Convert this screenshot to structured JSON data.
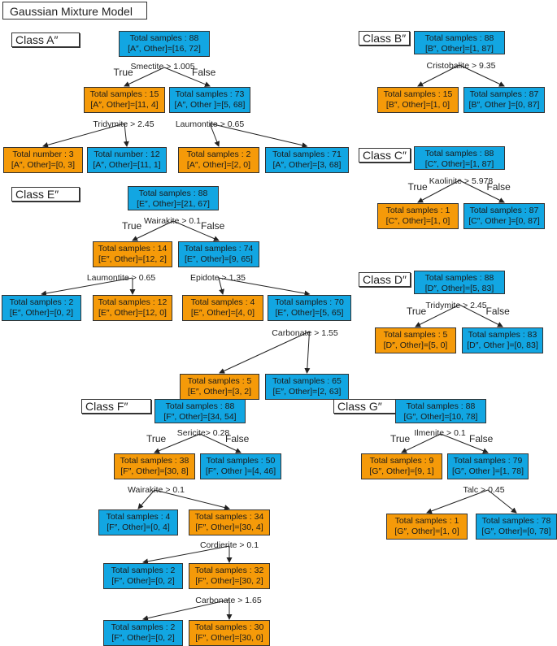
{
  "title": "Gaussian Mixture Model",
  "true_label": "True",
  "false_label": "False",
  "colors": {
    "blue": "#12a6e2",
    "orange": "#f59a09"
  },
  "classes": [
    {
      "id": "A",
      "label": "Class A″",
      "nodes": [
        {
          "l1": "Total samples : 88",
          "l2": "[A″, Other]=[16, 72]",
          "color": "blue"
        },
        {
          "l1": "Total samples : 15",
          "l2": "[A″, Other]=[11, 4]",
          "color": "orange"
        },
        {
          "l1": "Total samples : 73",
          "l2": "[A″, Other ]=[5, 68]",
          "color": "blue"
        },
        {
          "l1": "Total number : 3",
          "l2": "[A″, Other]=[0, 3]",
          "color": "orange"
        },
        {
          "l1": "Total number : 12",
          "l2": "[A″, Other]=[11, 1]",
          "color": "blue"
        },
        {
          "l1": "Total samples : 2",
          "l2": "[A″, Other]=[2, 0]",
          "color": "orange"
        },
        {
          "l1": "Total samples : 71",
          "l2": "[A″, Other]=[3, 68]",
          "color": "blue"
        }
      ],
      "conds": [
        "Smectite > 1.005",
        "Tridymite > 2.45",
        "Laumontite > 0.65"
      ]
    },
    {
      "id": "B",
      "label": "Class B″",
      "nodes": [
        {
          "l1": "Total samples : 88",
          "l2": "[B″, Other]=[1, 87]",
          "color": "blue"
        },
        {
          "l1": "Total samples : 15",
          "l2": "[B″, Other]=[1, 0]",
          "color": "orange"
        },
        {
          "l1": "Total samples : 87",
          "l2": "[B″, Other ]=[0, 87]",
          "color": "blue"
        }
      ],
      "conds": [
        "Cristobalite > 9.35"
      ]
    },
    {
      "id": "C",
      "label": "Class C″",
      "nodes": [
        {
          "l1": "Total samples : 88",
          "l2": "[C″, Other]=[1, 87]",
          "color": "blue"
        },
        {
          "l1": "Total samples : 1",
          "l2": "[C″, Other]=[1, 0]",
          "color": "orange"
        },
        {
          "l1": "Total samples : 87",
          "l2": "[C″, Other ]=[0, 87]",
          "color": "blue"
        }
      ],
      "conds": [
        "Kaolinite > 5.978"
      ]
    },
    {
      "id": "D",
      "label": "Class D″",
      "nodes": [
        {
          "l1": "Total samples : 88",
          "l2": "[D″, Other]=[5, 83]",
          "color": "blue"
        },
        {
          "l1": "Total samples : 5",
          "l2": "[D″, Other]=[5, 0]",
          "color": "orange"
        },
        {
          "l1": "Total samples : 83",
          "l2": "[D″, Other ]=[0, 83]",
          "color": "blue"
        }
      ],
      "conds": [
        "Tridymite > 2.45"
      ]
    },
    {
      "id": "E",
      "label": "Class E″",
      "nodes": [
        {
          "l1": "Total samples : 88",
          "l2": "[E″, Other]=[21, 67]",
          "color": "blue"
        },
        {
          "l1": "Total samples : 14",
          "l2": "[E″, Other]=[12, 2]",
          "color": "orange"
        },
        {
          "l1": "Total samples : 74",
          "l2": "[E″, Other]=[9, 65]",
          "color": "blue"
        },
        {
          "l1": "Total samples : 2",
          "l2": "[E″, Other]=[0, 2]",
          "color": "blue"
        },
        {
          "l1": "Total samples : 12",
          "l2": "[E″, Other]=[12, 0]",
          "color": "orange"
        },
        {
          "l1": "Total samples : 4",
          "l2": "[E″, Other]=[4, 0]",
          "color": "orange"
        },
        {
          "l1": "Total samples : 70",
          "l2": "[E″, Other]=[5, 65]",
          "color": "blue"
        },
        {
          "l1": "Total samples : 5",
          "l2": "[E″, Other]=[3, 2]",
          "color": "orange"
        },
        {
          "l1": "Total samples : 65",
          "l2": "[E″, Other]=[2, 63]",
          "color": "blue"
        }
      ],
      "conds": [
        "Wairakite > 0.1",
        "Laumontite > 0.65",
        "Epidote > 1.35",
        "Carbonate > 1.55"
      ]
    },
    {
      "id": "F",
      "label": "Class F″",
      "nodes": [
        {
          "l1": "Total samples : 88",
          "l2": "[F″, Other]=[34, 54]",
          "color": "blue"
        },
        {
          "l1": "Total samples : 38",
          "l2": "[F″, Other]=[30, 8]",
          "color": "orange"
        },
        {
          "l1": "Total samples : 50",
          "l2": "[F″, Other ]=[4, 46]",
          "color": "blue"
        },
        {
          "l1": "Total samples : 4",
          "l2": "[F″, Other]=[0, 4]",
          "color": "blue"
        },
        {
          "l1": "Total samples : 34",
          "l2": "[F″, Other]=[30, 4]",
          "color": "orange"
        },
        {
          "l1": "Total samples : 2",
          "l2": "[F″, Other]=[0, 2]",
          "color": "blue"
        },
        {
          "l1": "Total samples : 32",
          "l2": "[F″, Other]=[30, 2]",
          "color": "orange"
        },
        {
          "l1": "Total samples : 2",
          "l2": "[F″, Other]=[0, 2]",
          "color": "blue"
        },
        {
          "l1": "Total samples : 30",
          "l2": "[F″, Other]=[30, 0]",
          "color": "orange"
        }
      ],
      "conds": [
        "Sericite> 0.28",
        "Wairakite > 0.1",
        "Cordierite > 0.1",
        "Carbonate > 1.65"
      ]
    },
    {
      "id": "G",
      "label": "Class G″",
      "nodes": [
        {
          "l1": "Total samples : 88",
          "l2": "[G″, Other]=[10, 78]",
          "color": "blue"
        },
        {
          "l1": "Total samples : 9",
          "l2": "[G″, Other]=[9, 1]",
          "color": "orange"
        },
        {
          "l1": "Total samples : 79",
          "l2": "[G″, Other ]=[1, 78]",
          "color": "blue"
        },
        {
          "l1": "Total samples : 1",
          "l2": "[G″, Other]=[1, 0]",
          "color": "orange"
        },
        {
          "l1": "Total samples : 78",
          "l2": "[G″, Other]=[0, 78]",
          "color": "blue"
        }
      ],
      "conds": [
        "Ilmenite > 0.1",
        "Talc > 0.45"
      ]
    }
  ]
}
